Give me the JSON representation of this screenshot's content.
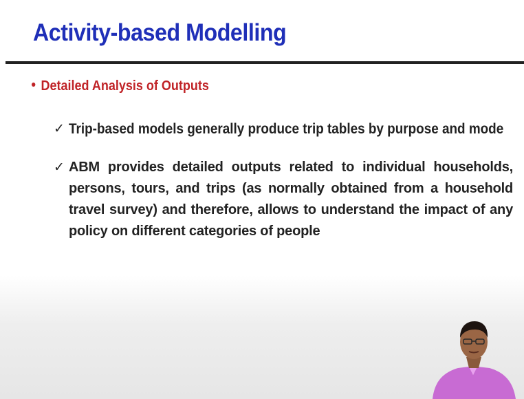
{
  "slide": {
    "title": "Activity-based Modelling",
    "section_heading": "Detailed Analysis of Outputs",
    "points": [
      {
        "check": "✓",
        "text": "Trip-based models generally produce trip tables by purpose and mode"
      },
      {
        "check": "✓",
        "text": "ABM provides detailed outputs related to individual households, persons, tours, and trips (as normally obtained from a household travel survey) and therefore, allows to understand the impact of any policy on different categories of people"
      }
    ]
  },
  "colors": {
    "title": "#1f2fb8",
    "section": "#c02327",
    "body_text": "#222222",
    "rule": "#222222"
  }
}
